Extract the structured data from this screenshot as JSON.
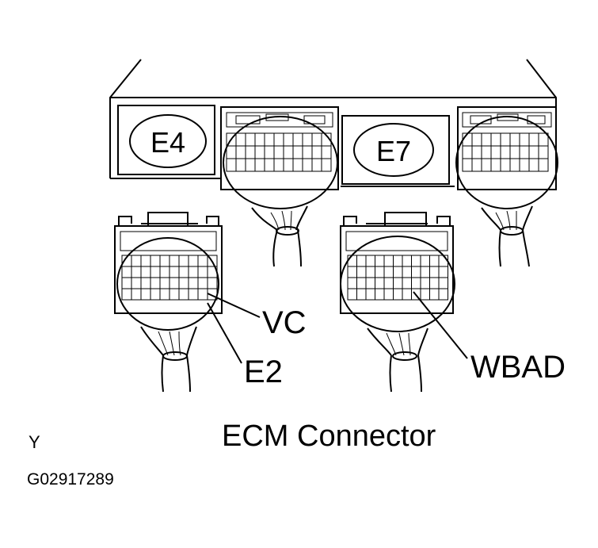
{
  "labels": {
    "ecu_left_connector": "E4",
    "ecu_right_connector": "E7",
    "pin_vc": "VC",
    "pin_e2": "E2",
    "pin_wbad": "WBAD",
    "caption": "ECM Connector",
    "corner_mark": "Y",
    "figure_code": "G02917289"
  }
}
